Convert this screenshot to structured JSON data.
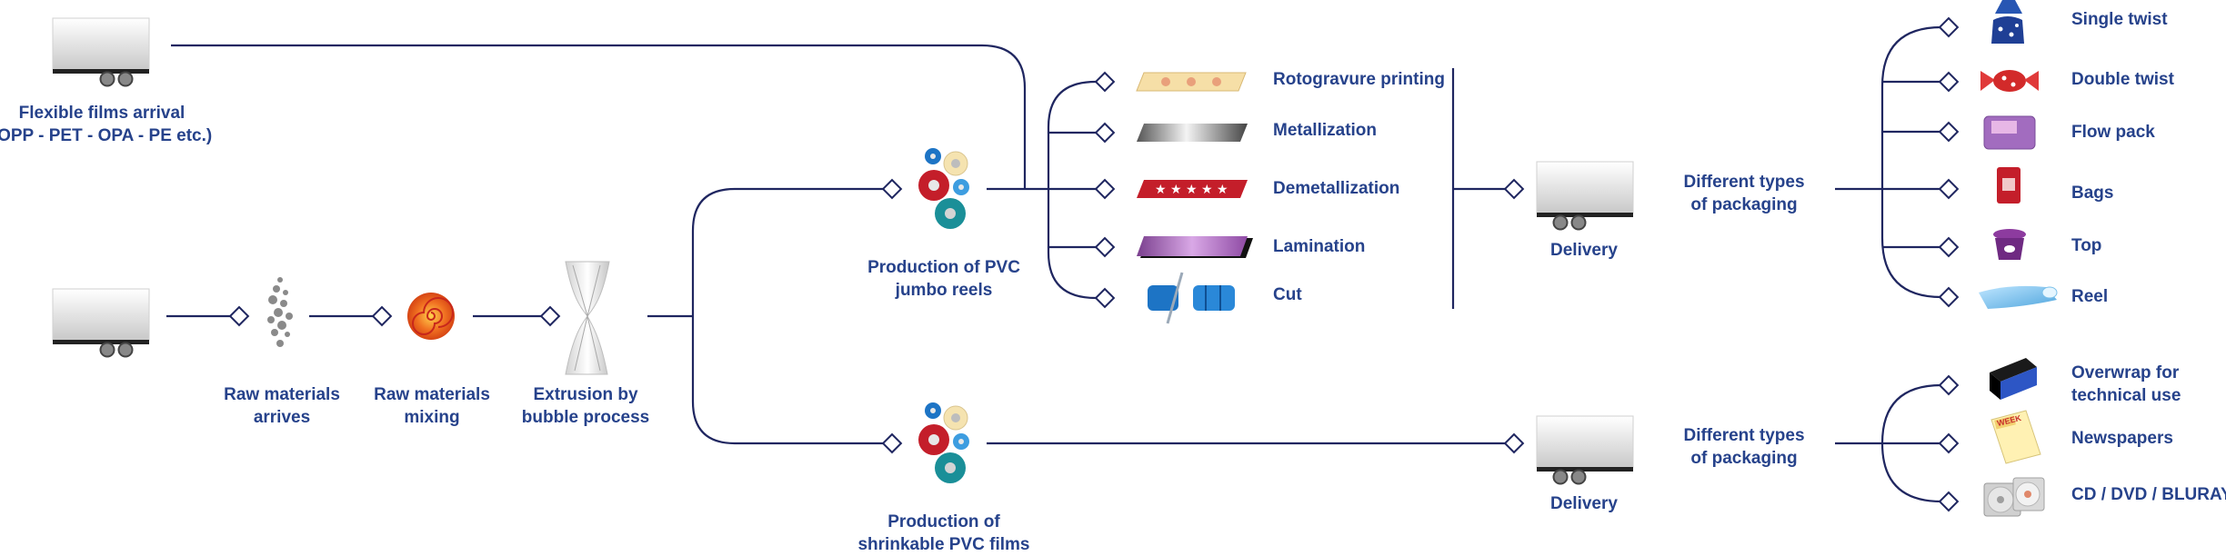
{
  "arrival": {
    "label_line1": "Flexible films arrival",
    "label_line2": "(OPP - PET - OPA - PE etc.)"
  },
  "steps": {
    "raw_arrives": [
      "Raw materials",
      "arrives"
    ],
    "raw_mixing": [
      "Raw materials",
      "mixing"
    ],
    "extrusion": [
      "Extrusion by",
      "bubble process"
    ],
    "jumbo": [
      "Production of PVC",
      "jumbo reels"
    ],
    "shrink": [
      "Production of",
      "shrinkable PVC films"
    ]
  },
  "processes": [
    {
      "label": "Rotogravure printing",
      "icon": "printed-film-icon"
    },
    {
      "label": "Metallization",
      "icon": "metallized-film-icon"
    },
    {
      "label": "Demetallization",
      "icon": "demetallized-film-icon"
    },
    {
      "label": "Lamination",
      "icon": "laminated-film-icon"
    },
    {
      "label": "Cut",
      "icon": "cut-reels-icon"
    }
  ],
  "delivery_label": "Delivery",
  "packaging_label": [
    "Different types",
    "of packaging"
  ],
  "packaging_top": [
    {
      "label": "Single twist",
      "icon": "single-twist-candy-icon"
    },
    {
      "label": "Double twist",
      "icon": "double-twist-candy-icon"
    },
    {
      "label": "Flow pack",
      "icon": "flow-pack-icon"
    },
    {
      "label": "Bags",
      "icon": "bag-icon"
    },
    {
      "label": "Top",
      "icon": "cup-top-icon"
    },
    {
      "label": "Reel",
      "icon": "reel-icon"
    }
  ],
  "packaging_bottom": [
    {
      "label": [
        "Overwrap for",
        "technical use"
      ],
      "icon": "overwrapped-box-icon"
    },
    {
      "label": [
        "Newspapers"
      ],
      "icon": "newspaper-icon"
    },
    {
      "label": [
        "CD / DVD / BLURAY"
      ],
      "icon": "disc-case-icon"
    }
  ],
  "newspaper_tag": "WEEK",
  "colors": {
    "line": "#1f2660",
    "text": "#26428b",
    "red": "#c41e2a",
    "teal": "#1a8f98",
    "blue": "#1d74c5",
    "cream": "#f5e3b0"
  }
}
